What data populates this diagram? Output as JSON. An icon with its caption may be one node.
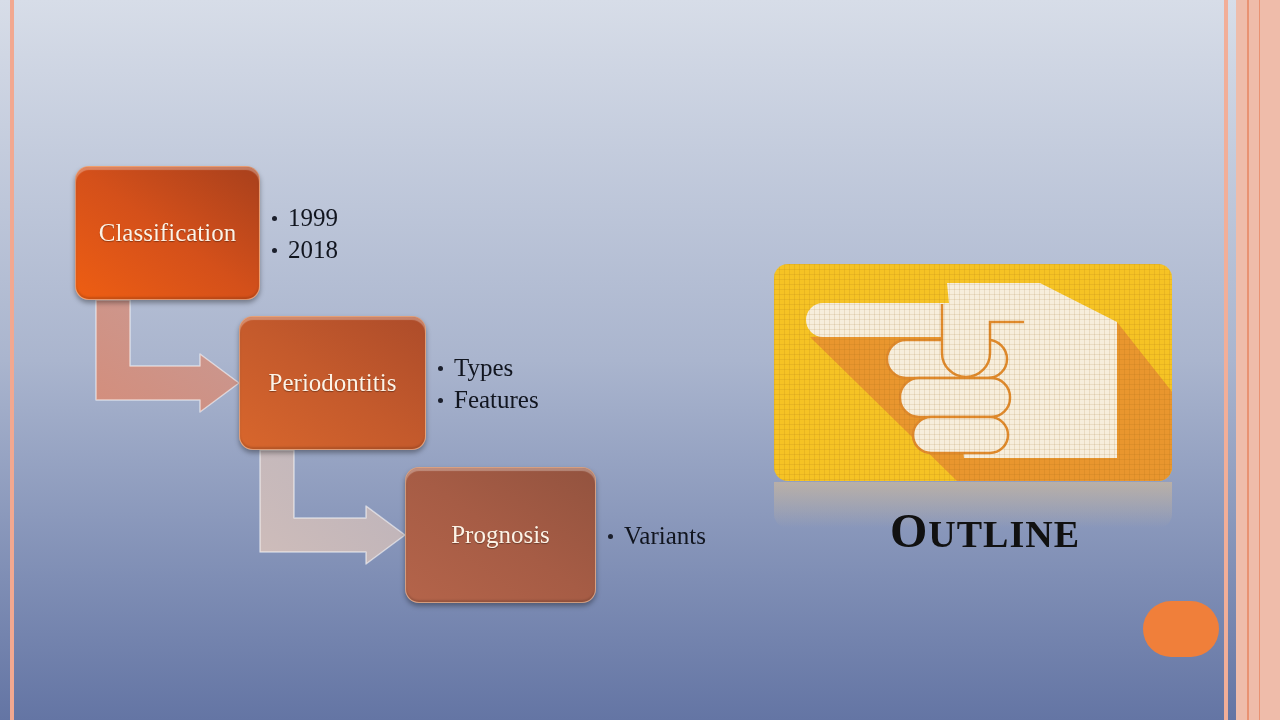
{
  "diagram": {
    "title": "OUTLINE",
    "nodes": [
      {
        "text": [
          "Classification"
        ],
        "beside": [
          "1999",
          "2018"
        ]
      },
      {
        "text": [
          "Periodontitis"
        ],
        "beside": [
          "Types",
          "Features"
        ]
      },
      {
        "text": [
          "Prognosis"
        ],
        "beside": [
          "Variants"
        ]
      }
    ],
    "edges": [
      {
        "from": 0,
        "to": 1,
        "arrow": "to",
        "style": "thick",
        "color": "#d48e7c"
      },
      {
        "from": 1,
        "to": 2,
        "arrow": "to",
        "style": "thick",
        "color": "#cfbdba"
      }
    ]
  }
}
